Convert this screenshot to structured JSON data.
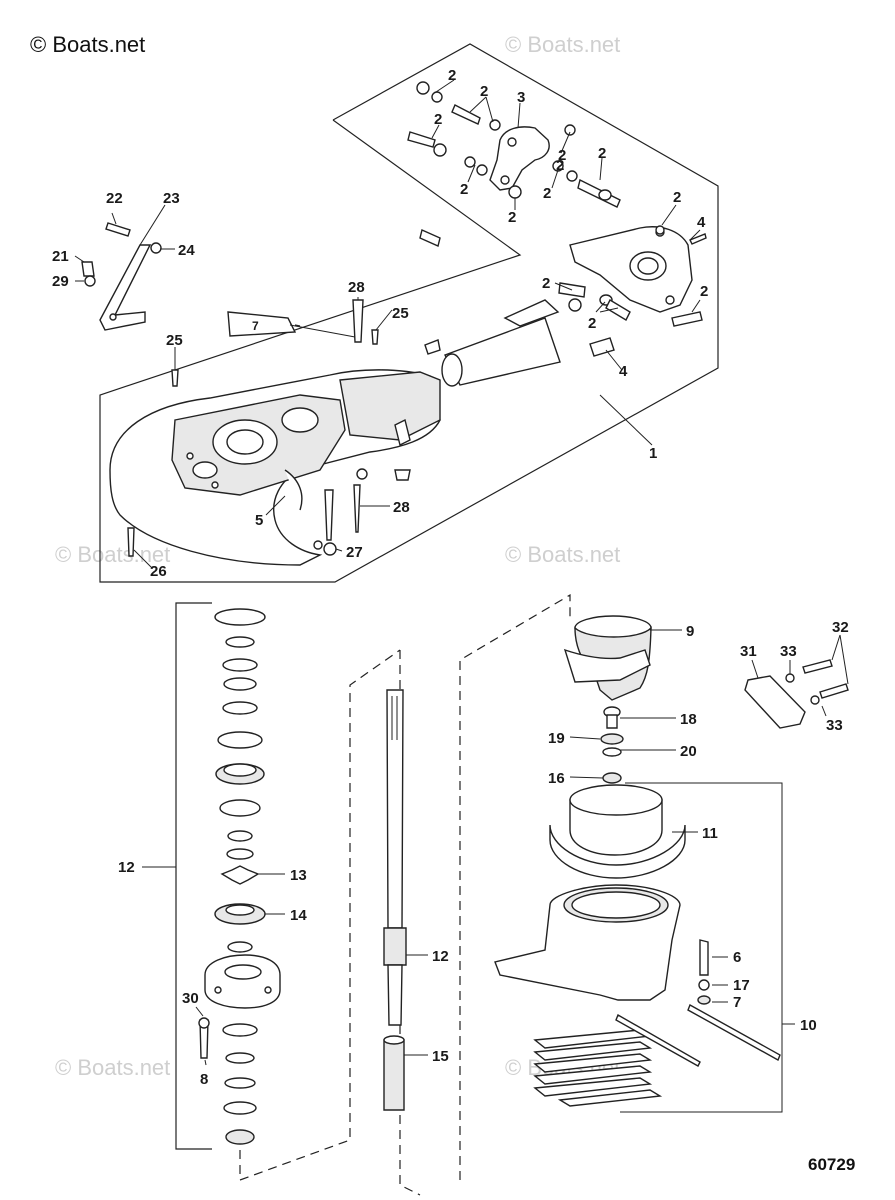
{
  "copyright": "© Boats.net",
  "watermark": "© Boats.net",
  "reference_number": "60729",
  "tube_label": "7",
  "callouts": [
    {
      "id": "c-1",
      "text": "1"
    },
    {
      "id": "c-2a",
      "text": "2"
    },
    {
      "id": "c-2b",
      "text": "2"
    },
    {
      "id": "c-2c",
      "text": "2"
    },
    {
      "id": "c-2d",
      "text": "2"
    },
    {
      "id": "c-2e",
      "text": "2"
    },
    {
      "id": "c-2f",
      "text": "2"
    },
    {
      "id": "c-2g",
      "text": "2"
    },
    {
      "id": "c-2h",
      "text": "2"
    },
    {
      "id": "c-2i",
      "text": "2"
    },
    {
      "id": "c-2j",
      "text": "2"
    },
    {
      "id": "c-2k",
      "text": "2"
    },
    {
      "id": "c-2l",
      "text": "2"
    },
    {
      "id": "c-2m",
      "text": "2"
    },
    {
      "id": "c-3",
      "text": "3"
    },
    {
      "id": "c-4a",
      "text": "4"
    },
    {
      "id": "c-4b",
      "text": "4"
    },
    {
      "id": "c-5",
      "text": "5"
    },
    {
      "id": "c-6",
      "text": "6"
    },
    {
      "id": "c-7",
      "text": "7"
    },
    {
      "id": "c-8",
      "text": "8"
    },
    {
      "id": "c-9",
      "text": "9"
    },
    {
      "id": "c-10",
      "text": "10"
    },
    {
      "id": "c-11",
      "text": "11"
    },
    {
      "id": "c-12a",
      "text": "12"
    },
    {
      "id": "c-12b",
      "text": "12"
    },
    {
      "id": "c-13",
      "text": "13"
    },
    {
      "id": "c-14",
      "text": "14"
    },
    {
      "id": "c-15",
      "text": "15"
    },
    {
      "id": "c-16",
      "text": "16"
    },
    {
      "id": "c-17",
      "text": "17"
    },
    {
      "id": "c-18",
      "text": "18"
    },
    {
      "id": "c-19",
      "text": "19"
    },
    {
      "id": "c-20",
      "text": "20"
    },
    {
      "id": "c-21",
      "text": "21"
    },
    {
      "id": "c-22",
      "text": "22"
    },
    {
      "id": "c-23",
      "text": "23"
    },
    {
      "id": "c-24",
      "text": "24"
    },
    {
      "id": "c-25a",
      "text": "25"
    },
    {
      "id": "c-25b",
      "text": "25"
    },
    {
      "id": "c-26",
      "text": "26"
    },
    {
      "id": "c-27",
      "text": "27"
    },
    {
      "id": "c-28a",
      "text": "28"
    },
    {
      "id": "c-28b",
      "text": "28"
    },
    {
      "id": "c-29",
      "text": "29"
    },
    {
      "id": "c-30",
      "text": "30"
    },
    {
      "id": "c-31",
      "text": "31"
    },
    {
      "id": "c-32",
      "text": "32"
    },
    {
      "id": "c-33a",
      "text": "33"
    },
    {
      "id": "c-33b",
      "text": "33"
    }
  ]
}
